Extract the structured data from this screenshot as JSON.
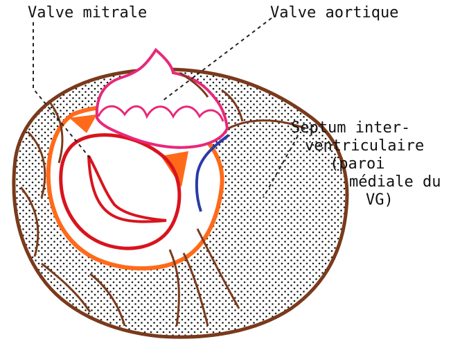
{
  "labels": {
    "mitral_valve": "Valve mitrale",
    "aortic_valve": "Valve aortique",
    "septum": [
      "Septum inter-",
      "ventriculaire",
      "(paroi",
      "médiale du",
      "VG)"
    ]
  },
  "colors": {
    "outline": "#7a3a1c",
    "dots": "#1a1a1a",
    "orange": "#ff6a1a",
    "red": "#d8141e",
    "pink": "#e8287a",
    "blue": "#2a3aa8",
    "leader": "#222222"
  }
}
